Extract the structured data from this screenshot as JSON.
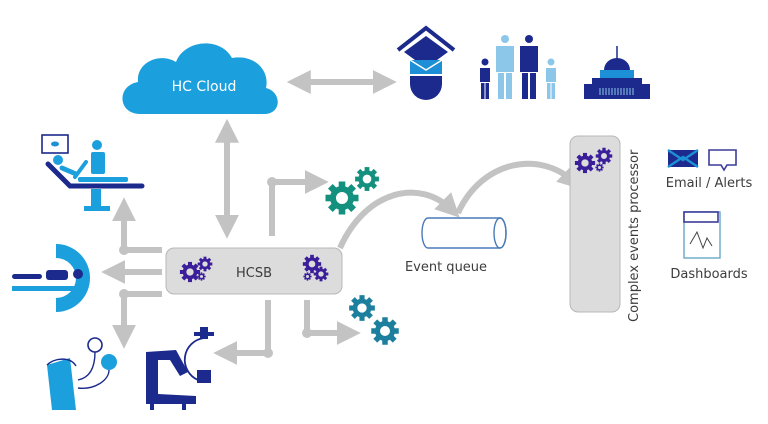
{
  "diagram": {
    "nodes": {
      "cloud": {
        "label": "HC Cloud"
      },
      "hcsb": {
        "label": "HCSB"
      },
      "event_queue": {
        "label": "Event queue"
      },
      "cep": {
        "label": "Complex events processor"
      },
      "email_alerts": {
        "label": "Email / Alerts"
      },
      "dashboards": {
        "label": "Dashboards"
      }
    },
    "icons": [
      "education-icon",
      "family-icon",
      "government-building-icon",
      "patient-exam-icon",
      "ct-scanner-icon",
      "blood-pressure-icon",
      "c-arm-xray-icon",
      "gears-icon",
      "email-icon",
      "chat-bubble-icon",
      "dashboard-icon"
    ],
    "colors": {
      "cloud": "#1ca0dd",
      "dark_blue": "#1b2a8c",
      "mid_blue": "#1c8fd6",
      "light_blue": "#8cc6e8",
      "purple_gear": "#3b1f9a",
      "teal_gear": "#14907f",
      "teal_gear2": "#1c7f9e",
      "arrow_gray": "#c3c3c3",
      "box_fill": "#dcdcdc",
      "box_stroke": "#b8b8b8"
    }
  }
}
